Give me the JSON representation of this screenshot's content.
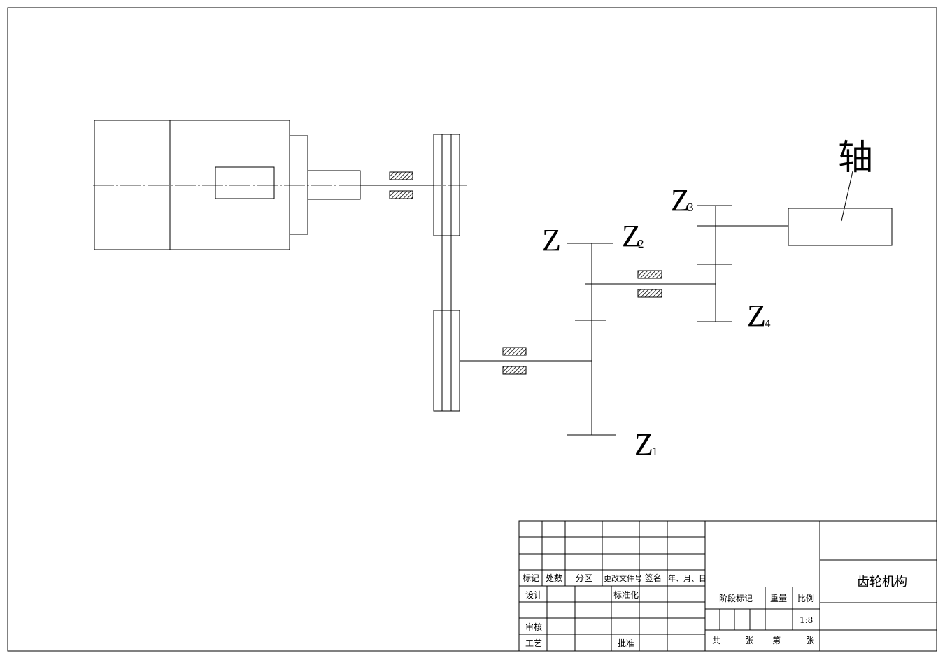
{
  "diagram": {
    "gear_labels": {
      "z": "Z",
      "z1_base": "Z",
      "z1_sub": "1",
      "z2_base": "Z",
      "z2_sub": "2",
      "z3_base": "Z",
      "z3_sub": "3",
      "z4_base": "Z",
      "z4_sub": "4"
    },
    "shaft_label": "轴"
  },
  "title_block": {
    "header": {
      "mark": "标记",
      "count": "处数",
      "zone": "分区",
      "change_doc": "更改文件号",
      "signature": "签名",
      "date": "年、月、日"
    },
    "design": "设计",
    "standardize": "标准化",
    "review": "审核",
    "process": "工艺",
    "approve": "批准",
    "stage_mark": "阶段标记",
    "weight": "重量",
    "scale_label": "比例",
    "scale_value": "1:8",
    "total": "共",
    "sheets1": "张",
    "page": "第",
    "sheets2": "张",
    "drawing_name": "齿轮机构"
  },
  "colors": {
    "line": "#000000",
    "background": "#ffffff"
  }
}
